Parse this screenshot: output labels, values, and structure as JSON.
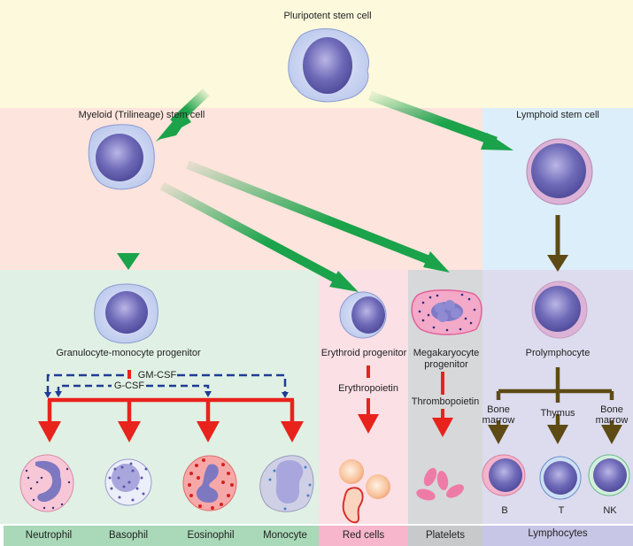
{
  "title": "Hematopoiesis lineage diagram",
  "colors": {
    "top_band": "#fdf9dc",
    "myeloid_band": "#fde4dc",
    "lymphoid_band": "#dceefa",
    "granulocyte_band": "#e0f0e4",
    "erythroid_band": "#fbe0e6",
    "megakaryocyte_band": "#d6d8da",
    "lymphocyte_band": "#dcdcee",
    "footer_green": "#a9d9b8",
    "footer_pink": "#f7b6cb",
    "footer_gray": "#c7c9cb",
    "footer_lavender": "#c8c6e6",
    "green_arrow": "#1aa34a",
    "red_arrow": "#e8231c",
    "brown_arrow": "#5e4a14",
    "blue_dash": "#1f3c94"
  },
  "nodes": {
    "pluripotent": "Pluripotent stem cell",
    "myeloid": "Myeloid (Trilineage) stem cell",
    "lymphoid": "Lymphoid stem cell",
    "granulocyte_monocyte": "Granulocyte-monocyte progenitor",
    "erythroid": "Erythroid progenitor",
    "megakaryocyte_line1": "Megakaryocyte",
    "megakaryocyte_line2": "progenitor",
    "prolymphocyte": "Prolymphocyte"
  },
  "factors": {
    "gm_csf": "GM-CSF",
    "g_csf": "G-CSF",
    "erythropoietin": "Erythropoietin",
    "thrombopoietin": "Thrombopoietin"
  },
  "sites": {
    "bone_marrow_1_line1": "Bone",
    "bone_marrow_1_line2": "marrow",
    "thymus": "Thymus",
    "bone_marrow_2_line1": "Bone",
    "bone_marrow_2_line2": "marrow"
  },
  "lymphocyte_types": [
    "B",
    "T",
    "NK"
  ],
  "footer": {
    "neutrophil": "Neutrophil",
    "basophil": "Basophil",
    "eosinophil": "Eosinophil",
    "monocyte": "Monocyte",
    "red_cells": "Red cells",
    "platelets": "Platelets",
    "lymphocytes": "Lymphocytes"
  }
}
